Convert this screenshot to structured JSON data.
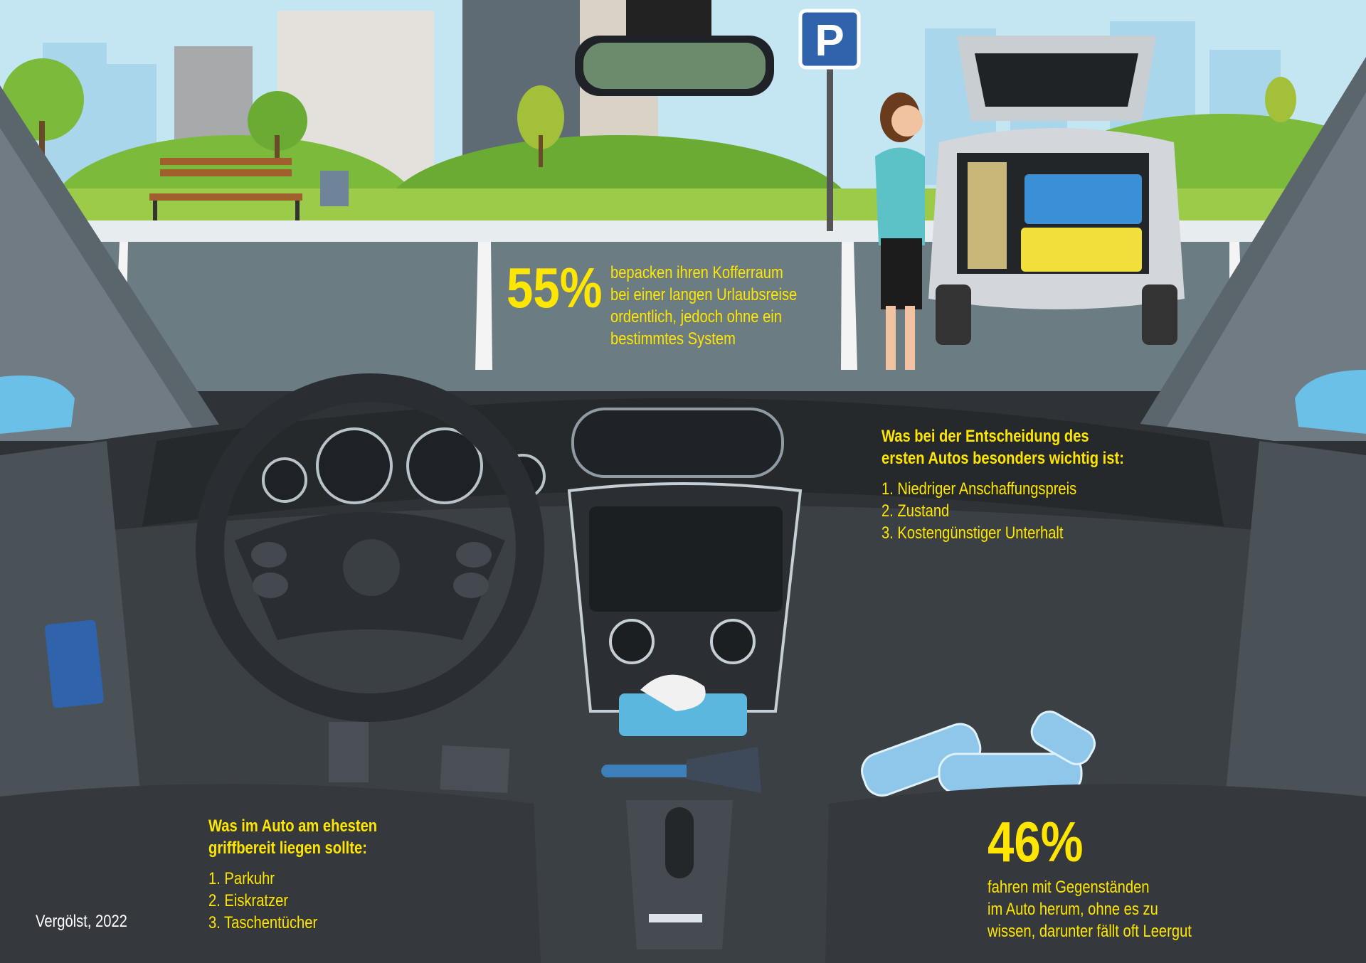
{
  "stat_trunk": {
    "value": "55%",
    "lines": [
      "bepacken ihren Kofferraum",
      "bei einer langen Urlaubsreise",
      "ordentlich, jedoch ohne ein",
      "bestimmtes System"
    ]
  },
  "first_car": {
    "heading": [
      "Was bei der Entscheidung des",
      "ersten Autos besonders wichtig ist:"
    ],
    "items": [
      "1. Niedriger Anschaffungspreis",
      "2. Zustand",
      "3. Kostengünstiger Unterhalt"
    ]
  },
  "in_reach": {
    "heading": [
      "Was im Auto am ehesten",
      "griffbereit liegen sollte:"
    ],
    "items": [
      "1. Parkuhr",
      "2. Eiskratzer",
      "3. Taschentücher"
    ]
  },
  "stat_items": {
    "value": "46%",
    "lines": [
      "fahren mit Gegenständen",
      "im Auto herum, ohne es zu",
      "wissen, darunter fällt oft Leergut"
    ]
  },
  "source": "Vergölst, 2022",
  "parking_sign": "P",
  "colors": {
    "accent": "#ffe600",
    "dashboard": "#2f3236",
    "road": "#6b7c83",
    "sky": "#c4e6f2"
  }
}
